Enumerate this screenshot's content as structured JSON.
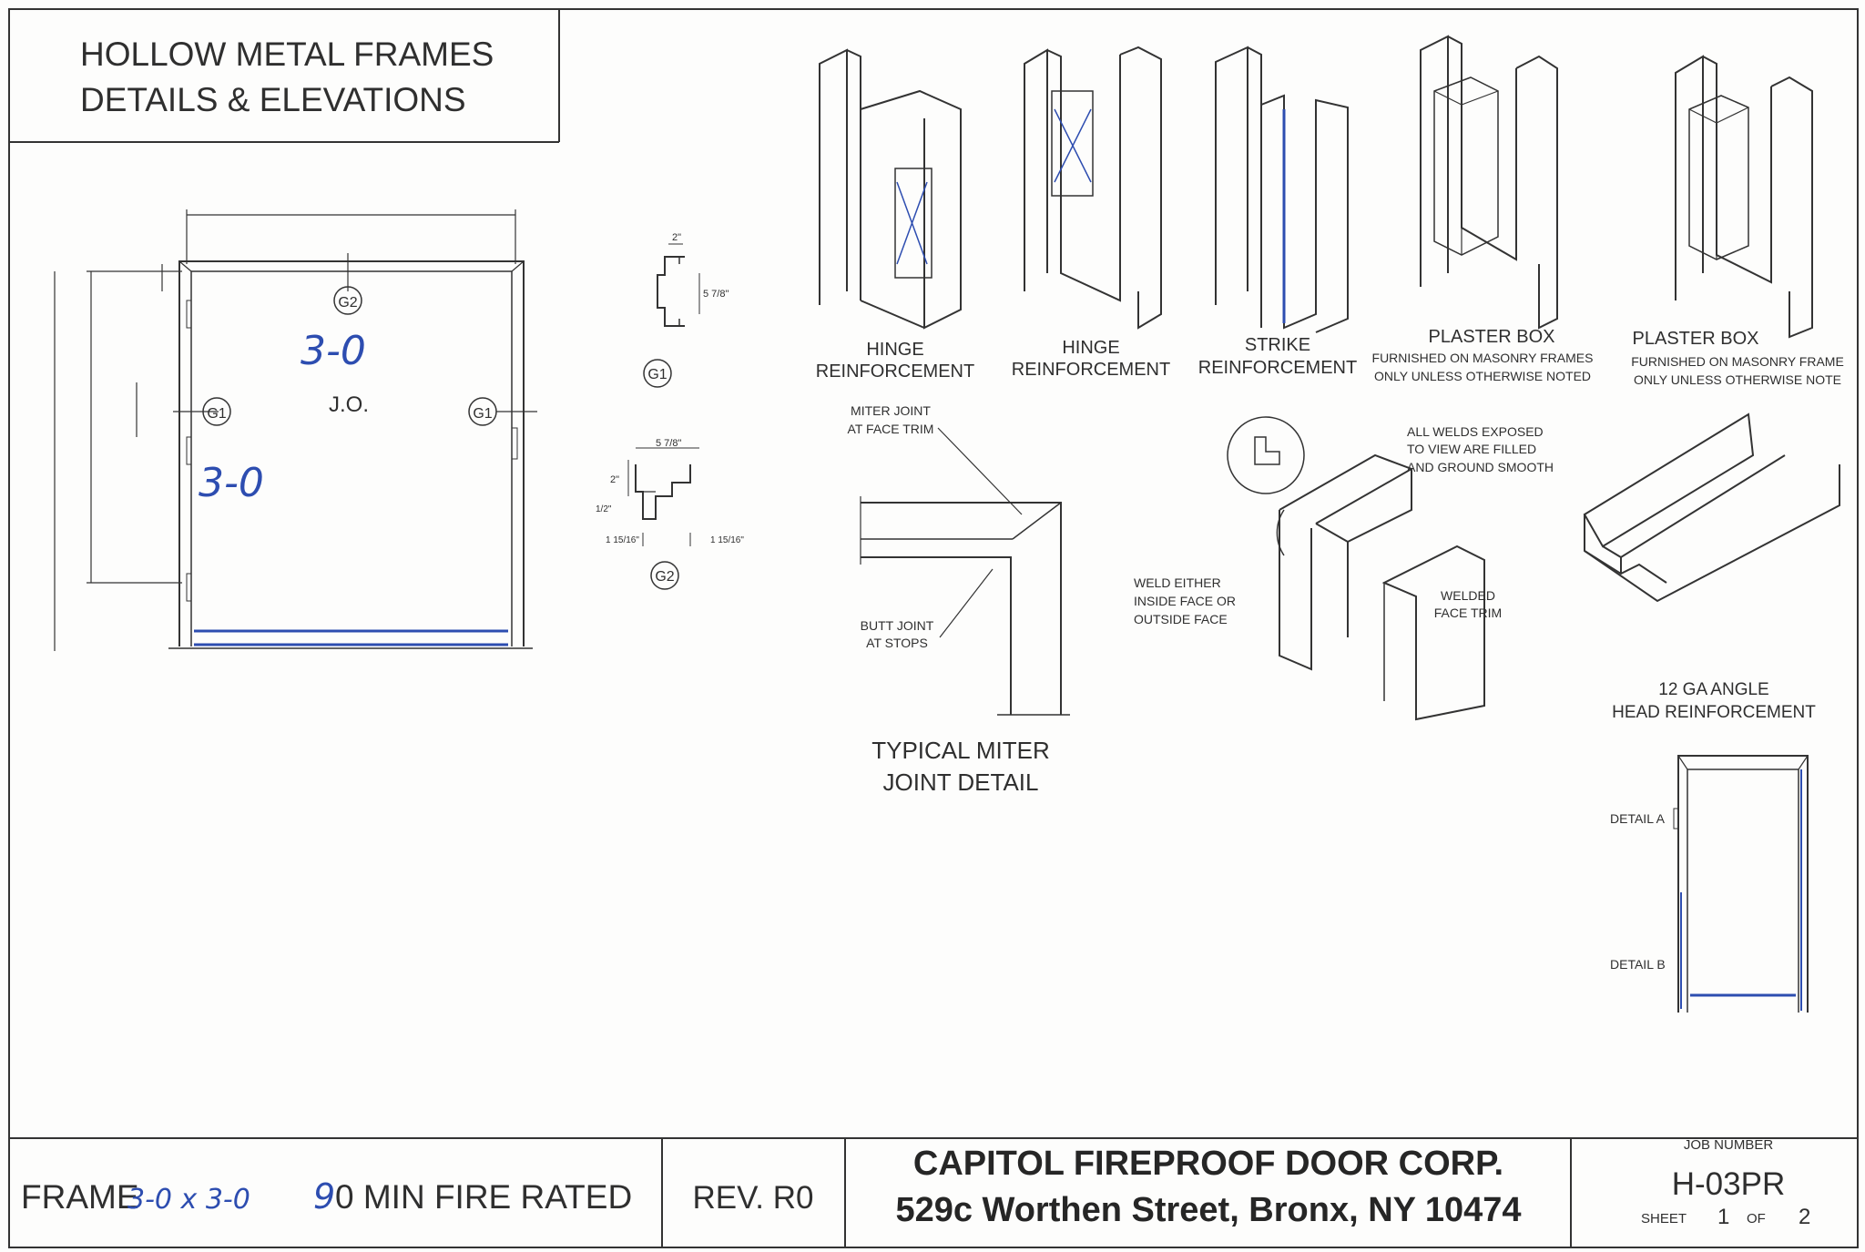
{
  "title": {
    "line1": "HOLLOW METAL FRAMES",
    "line2": "DETAILS & ELEVATIONS"
  },
  "elevation": {
    "jo_label": "J.O.",
    "width_handwritten": "3-0",
    "height_handwritten": "3-0",
    "tags": {
      "g1": "G1",
      "g2": "G2"
    }
  },
  "profiles": {
    "g1": {
      "tag": "G1",
      "dim_top": "2\"",
      "dim_side": "5 7/8\""
    },
    "g2": {
      "tag": "G2",
      "dim_top": "5 7/8\"",
      "dim_side": "2\"",
      "dim_lip": "1/2\"",
      "dim_left": "1 15/16\"",
      "dim_right": "1 15/16\""
    }
  },
  "reinforcements": [
    {
      "line1": "HINGE",
      "line2": "REINFORCEMENT"
    },
    {
      "line1": "HINGE",
      "line2": "REINFORCEMENT"
    },
    {
      "line1": "STRIKE",
      "line2": "REINFORCEMENT"
    },
    {
      "line1": "PLASTER BOX",
      "line2": "FURNISHED ON MASONRY FRAMES",
      "line3": "ONLY UNLESS OTHERWISE NOTED"
    },
    {
      "line1": "PLASTER BOX",
      "line2": "FURNISHED ON MASONRY FRAME",
      "line3": "ONLY UNLESS OTHERWISE NOTE"
    }
  ],
  "miter_detail": {
    "callout_top1": "MITER JOINT",
    "callout_top2": "AT FACE TRIM",
    "callout_bottom1": "BUTT JOINT",
    "callout_bottom2": "AT STOPS",
    "title1": "TYPICAL MITER",
    "title2": "JOINT DETAIL"
  },
  "weld_detail": {
    "note1": "ALL WELDS EXPOSED",
    "note2": "TO VIEW ARE FILLED",
    "note3": "AND GROUND SMOOTH",
    "weld1": "WELD EITHER",
    "weld2": "INSIDE FACE OR",
    "weld3": "OUTSIDE FACE",
    "trim1": "WELDED",
    "trim2": "FACE TRIM"
  },
  "angle": {
    "line1": "12 GA ANGLE",
    "line2": "HEAD REINFORCEMENT"
  },
  "small_elevation": {
    "detail_a": "DETAIL A",
    "detail_b": "DETAIL B"
  },
  "title_block": {
    "frame_label": "FRAME",
    "frame_size": "3-0 x 3-0",
    "frame_rating_digit": "9",
    "frame_rating": "0 MIN FIRE RATED",
    "revision": "REV. R0",
    "company": "CAPITOL FIREPROOF DOOR CORP.",
    "address": "529c Worthen Street, Bronx, NY 10474",
    "job_number_label": "JOB NUMBER",
    "job_number": "H-03PR",
    "sheet_label": "SHEET",
    "sheet_number": "1",
    "of_label": "OF",
    "sheet_total": "2"
  },
  "colors": {
    "ink": "#2a2a2a",
    "pen_blue": "#2d4db0",
    "paper": "#fdfdfc"
  }
}
